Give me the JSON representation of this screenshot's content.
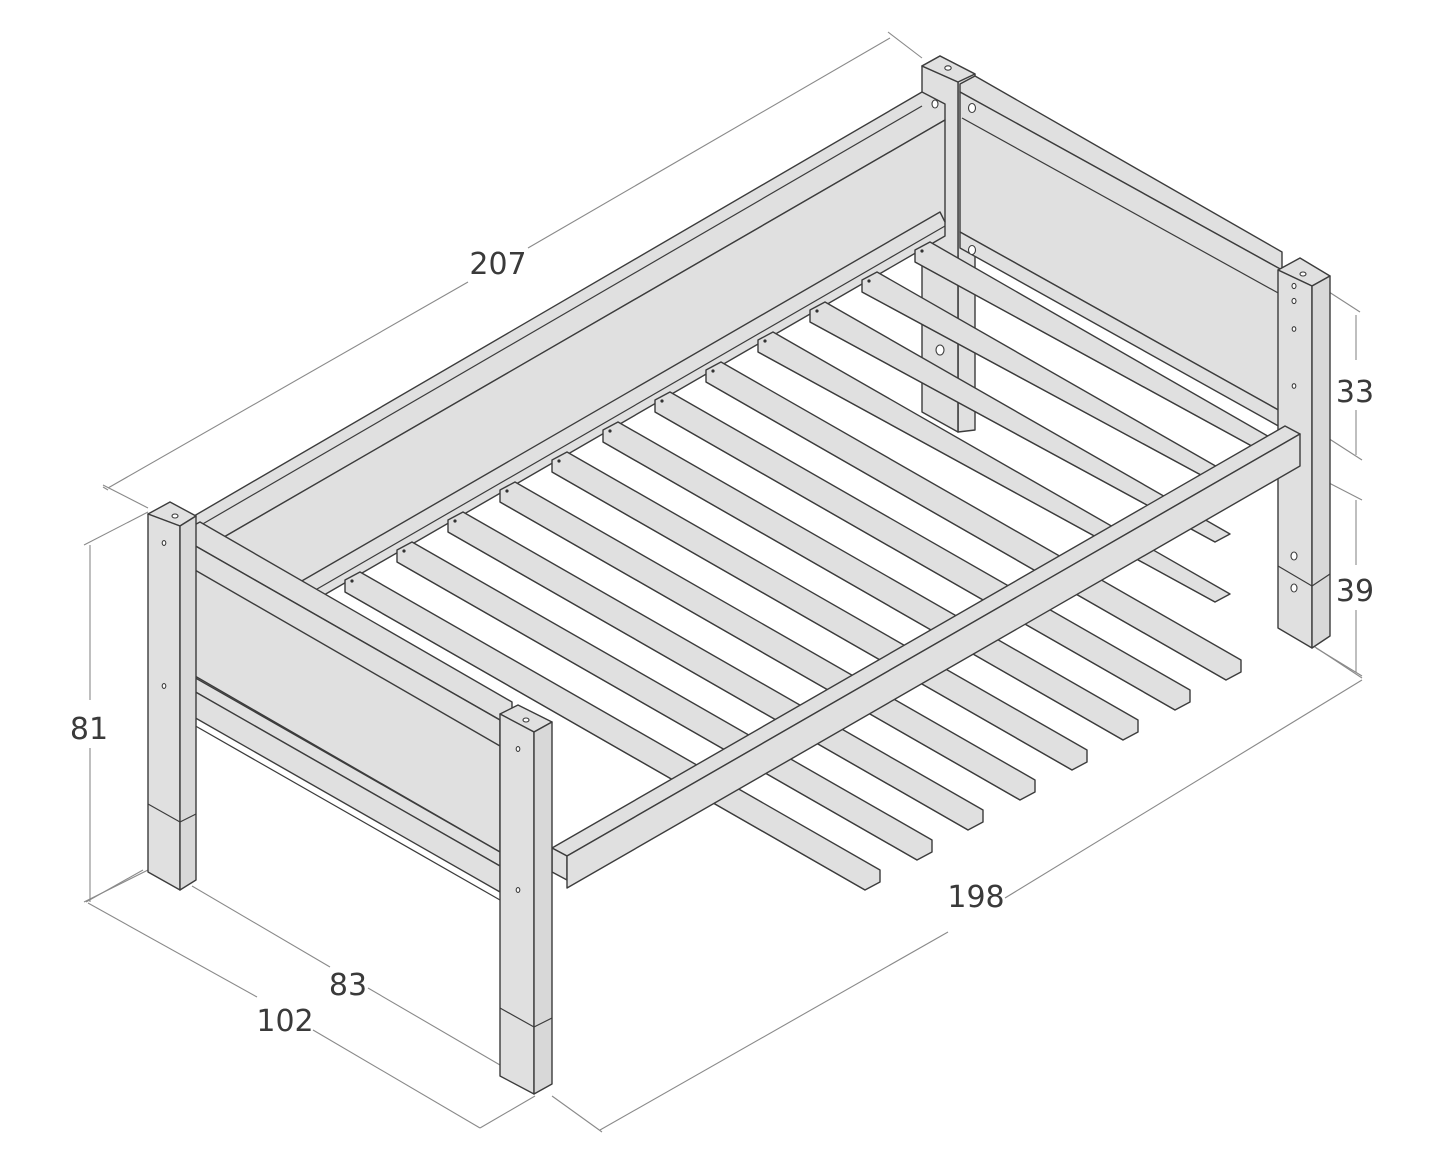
{
  "figure": {
    "subject": "Single bed frame with slatted base and side rails",
    "view": "isometric line drawing",
    "unit": "cm",
    "colors": {
      "wood_fill": "#e0e0e0",
      "outline": "#3c3c3c",
      "dimension_line": "#8a8a8a",
      "dimension_text": "#3a3a3a",
      "background": "#ffffff"
    },
    "slat_count": 12
  },
  "dimensions": {
    "total_length": {
      "label": "207",
      "description": "overall length including posts (top edge)"
    },
    "inner_length": {
      "label": "198",
      "description": "length measured along floor"
    },
    "total_height": {
      "label": "81",
      "description": "overall height of headboard post"
    },
    "total_width": {
      "label": "102",
      "description": "overall width"
    },
    "inner_width": {
      "label": "83",
      "description": "inner width between posts"
    },
    "post_upper": {
      "label": "33",
      "description": "post height above side rail"
    },
    "post_lower": {
      "label": "39",
      "description": "post height below side rail (leg)"
    }
  }
}
